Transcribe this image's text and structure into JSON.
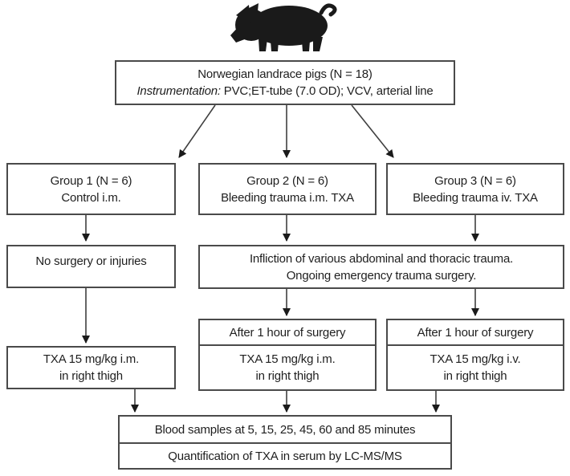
{
  "figure": {
    "pig_icon": "pig-silhouette",
    "top_box": {
      "line1": "Norwegian landrace pigs (N = 18)",
      "instrumentation_label": "Instrumentation:",
      "instrumentation_text": " PVC;ET-tube (7.0 OD); VCV, arterial line"
    },
    "groups": [
      {
        "line1": "Group 1 (N = 6)",
        "line2": "Control i.m."
      },
      {
        "line1": "Group 2 (N = 6)",
        "line2": "Bleeding trauma i.m. TXA"
      },
      {
        "line1": "Group 3 (N = 6)",
        "line2": "Bleeding trauma iv. TXA"
      }
    ],
    "no_surgery_box": "No surgery or injuries",
    "trauma_box": {
      "line1": "Infliction of various abdominal and thoracic trauma.",
      "line2": "Ongoing emergency trauma surgery."
    },
    "after_surgery_box": "After 1 hour of surgery",
    "txa_boxes": [
      {
        "line1": "TXA 15 mg/kg i.m.",
        "line2": "in right thigh"
      },
      {
        "line1": "TXA 15 mg/kg i.m.",
        "line2": "in right thigh"
      },
      {
        "line1": "TXA 15 mg/kg i.v.",
        "line2": "in right thigh"
      }
    ],
    "blood_samples_box": "Blood samples at 5, 15, 25, 45, 60 and 85 minutes",
    "quantification_box": "Quantification of TXA in serum by LC-MS/MS",
    "colors": {
      "border": "#4a4a4a",
      "text": "#1f1f1f",
      "arrow": "#1a1a1a",
      "background": "#ffffff"
    }
  }
}
